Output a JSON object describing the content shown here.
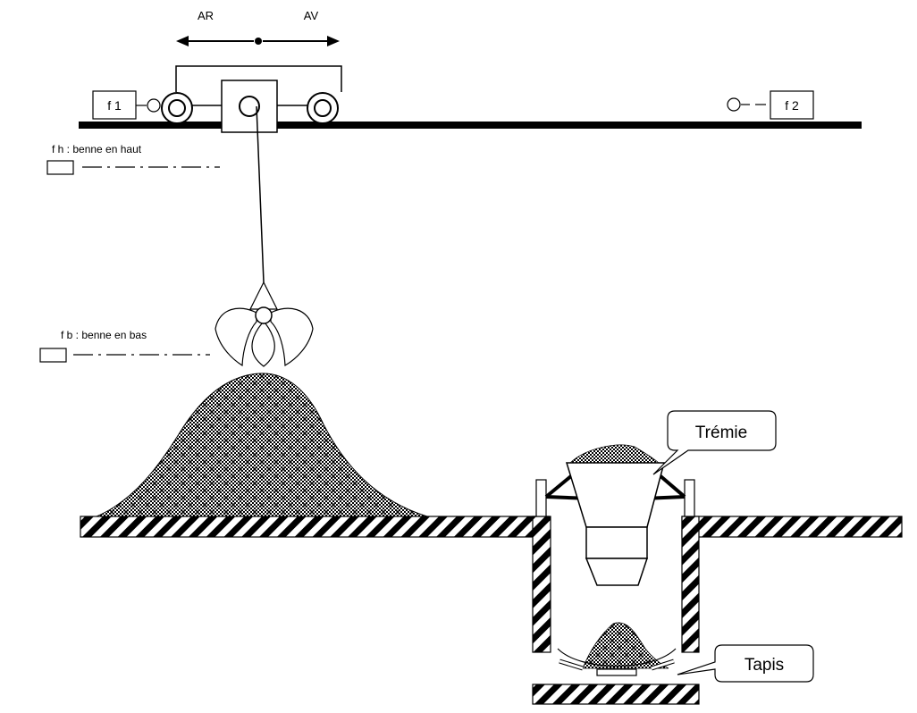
{
  "labels": {
    "direction_back": "AR",
    "direction_forward": "AV",
    "limit_switch_1": "f 1",
    "limit_switch_2": "f 2",
    "sensor_high": "f h : benne en haut",
    "sensor_low": "f b : benne en bas",
    "hopper": "Trémie",
    "conveyor": "Tapis"
  }
}
